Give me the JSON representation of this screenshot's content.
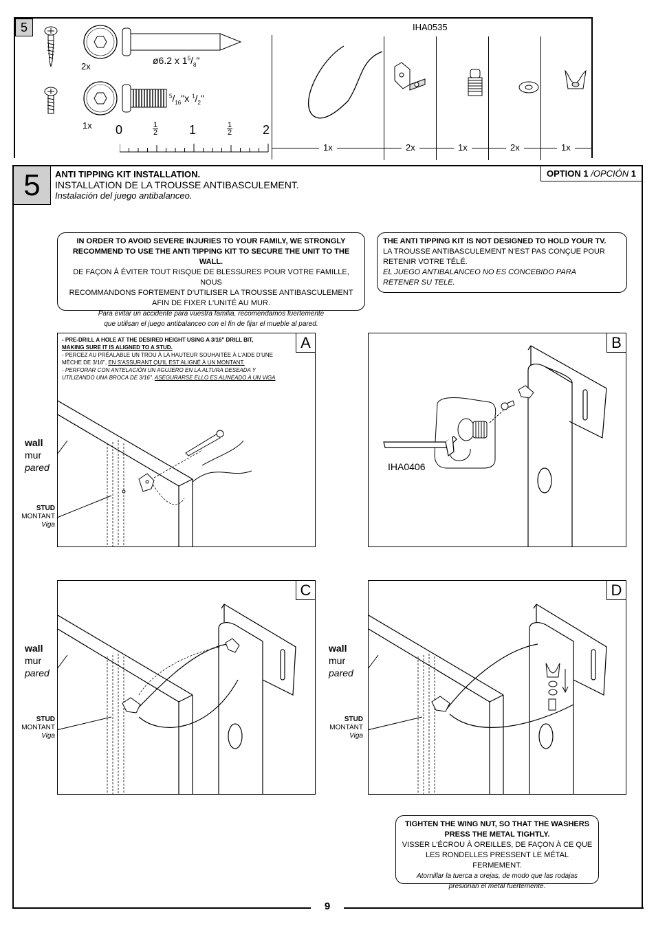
{
  "parts": {
    "step_number": "5",
    "screw_qty": "2x",
    "screw_size_prefix": "ø6.2 x 1",
    "screw_size_sup": "5",
    "screw_size_sub": "8",
    "screw_size_suffix": "\"",
    "bolt_qty": "1x",
    "bolt_size_1_sup": "5",
    "bolt_size_1_sub": "16",
    "bolt_size_mid": "\"x ",
    "bolt_size_2_sup": "1",
    "bolt_size_2_sub": "2",
    "bolt_size_suffix": "\"",
    "ruler_labels": [
      "0",
      "1",
      "1",
      "1",
      "2"
    ],
    "ruler_fraction_num": "1",
    "ruler_fraction_den": "2",
    "kit_code": "IHA0535",
    "kit_quantities": [
      "1x",
      "2x",
      "1x",
      "2x",
      "1x"
    ]
  },
  "step": {
    "number": "5",
    "title_en": "ANTI TIPPING KIT INSTALLATION.",
    "title_fr": "INSTALLATION DE LA TROUSSE ANTIBASCULEMENT.",
    "title_es": "Instalación del juego antibalanceo.",
    "option_label": "OPTION 1",
    "option_es": " /OPCIÓN ",
    "option_num": "1"
  },
  "notice_left": {
    "line1": "IN ORDER TO AVOID SEVERE INJURIES TO YOUR FAMILY, WE STRONGLY",
    "line2": "RECOMMEND TO USE THE ANTI TIPPING KIT TO SECURE THE UNIT TO THE WALL.",
    "line3": "DE FAÇON À ÉVITER TOUT RISQUE DE BLESSURES POUR VOTRE FAMILLE, NOUS",
    "line4": "RECOMMANDONS FORTEMENT D'UTILISER LA TROUSSE ANTIBASCULEMENT",
    "line5": "AFIN DE FIXER L'UNITÉ AU MUR.",
    "line6": "Para evitar un accidente para vuestra familia, recomendamos fuertemente",
    "line7": "que utilisan el juego antibalanceo con el fin de fijar el mueble al pared."
  },
  "notice_right": {
    "line1": "THE ANTI TIPPING KIT IS NOT DESIGNED TO HOLD YOUR TV.",
    "line2": "LA TROUSSE ANTIBASCULEMENT N'EST PAS CONÇUE POUR",
    "line3": "RETENIR VOTRE TÉLÉ.",
    "line4": "EL JUEGO ANTIBALANCEO NO ES CONCEBIDO PARA",
    "line5": "RETENER SU TELE."
  },
  "panel_a": {
    "letter": "A",
    "en_1": "- PRE-DRILL A HOLE AT THE DESIRED HEIGHT USING A 3/16\" DRILL BIT,",
    "en_2": "MAKING SURE IT IS ALIGNED TO A STUD.",
    "fr_1": "- PERCEZ AU PRÉALABLE UN TROU À LA HAUTEUR SOUHAITÉE À L'AIDE D'UNE",
    "fr_2a": "MÈCHE DE 3/16\", ",
    "fr_2b": "EN S'ASSURANT QU'IL EST ALIGNÉ À UN MONTANT.",
    "es_1": "- PERFORAR CON ANTELACIÓN UN AGUJERO EN LA ALTURA DESEADA Y",
    "es_2a": "UTILIZANDO UNA BROCA DE 3/16\". ",
    "es_2b": "ASEGURARSE ELLO ES ALINEADO A UN VIGA",
    "wall_en": "wall",
    "wall_fr": "mur",
    "wall_es": "pared",
    "stud_en": "STUD",
    "stud_fr": "MONTANT",
    "stud_es": "Viga"
  },
  "panel_b": {
    "letter": "B",
    "tool_code": "IHA0406"
  },
  "panel_c": {
    "letter": "C",
    "wall_en": "wall",
    "wall_fr": "mur",
    "wall_es": "pared",
    "stud_en": "STUD",
    "stud_fr": "MONTANT",
    "stud_es": "Viga"
  },
  "panel_d": {
    "letter": "D",
    "wall_en": "wall",
    "wall_fr": "mur",
    "wall_es": "pared",
    "stud_en": "STUD",
    "stud_fr": "MONTANT",
    "stud_es": "Viga"
  },
  "notice_bottom": {
    "line1": "TIGHTEN THE WING NUT, SO THAT THE WASHERS",
    "line2": "PRESS THE METAL TIGHTLY.",
    "line3": "VISSER L'ÉCROU À OREILLES, DE FAÇON À CE QUE",
    "line4": "LES RONDELLES PRESSENT LE MÉTAL FERMEMENT.",
    "line5": "Atornillar la tuerca a orejas, de modo que las rodajas",
    "line6": "presionan el metal fuertemente."
  },
  "footer": {
    "page_number": "9"
  }
}
